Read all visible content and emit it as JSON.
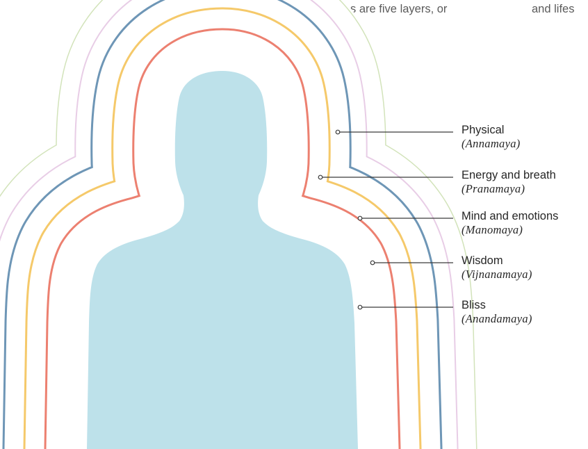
{
  "header": {
    "text_left": "The koshas are five layers, or",
    "text_right": "and lifes"
  },
  "layers": [
    {
      "id": "physical",
      "name": "Physical",
      "sanskrit": "(Annamaya)",
      "color": "#d2e3ba"
    },
    {
      "id": "energy",
      "name": "Energy and breath",
      "sanskrit": "(Pranamaya)",
      "color": "#e8cde6"
    },
    {
      "id": "mind",
      "name": "Mind and emotions",
      "sanskrit": "(Manomaya)",
      "color": "#6e96b6"
    },
    {
      "id": "wisdom",
      "name": "Wisdom",
      "sanskrit": "(Vijnanamaya)",
      "color": "#f5c96a"
    },
    {
      "id": "bliss",
      "name": "Bliss",
      "sanskrit": "(Anandamaya)",
      "color": "#ec8070"
    }
  ],
  "body_color": "#bde1ea",
  "leader_color": "#3a3a3a"
}
